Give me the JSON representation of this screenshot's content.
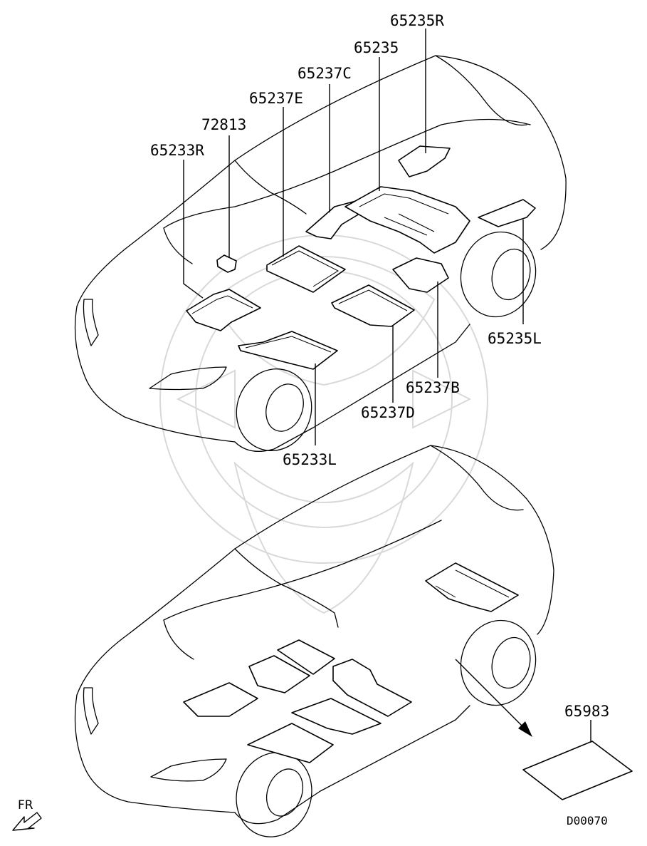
{
  "callouts": {
    "p65235R": "65235R",
    "p65235": "65235",
    "p65237C": "65237C",
    "p65237E": "65237E",
    "p72813": "72813",
    "p65233R": "65233R",
    "p65235L": "65235L",
    "p65237B": "65237B",
    "p65237D": "65237D",
    "p65233L": "65233L",
    "p65983": "65983"
  },
  "direction_label": "FR",
  "diagram_code": "D00070",
  "icons": [
    "front-direction-arrow-icon"
  ]
}
